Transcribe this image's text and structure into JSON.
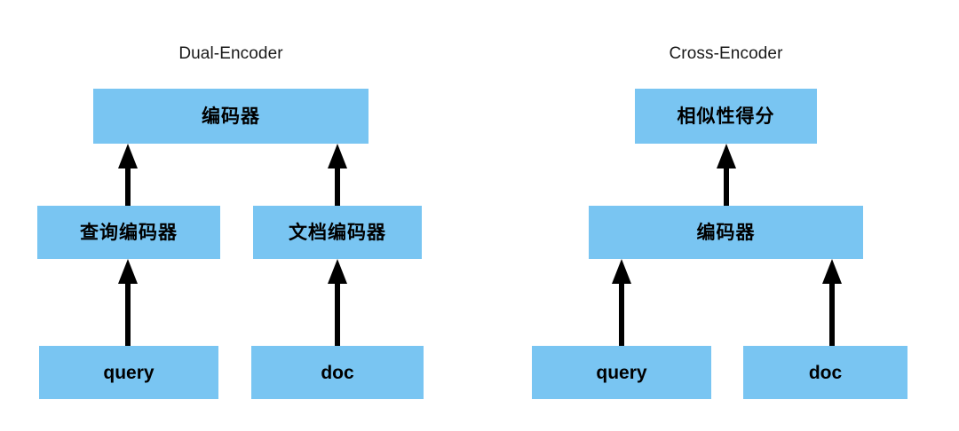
{
  "figure": {
    "background_color": "#ffffff",
    "node_fill_color": "#79c5f2",
    "arrow_color": "#000000",
    "text_color": "#000000"
  },
  "panels": [
    {
      "id": "dual-encoder",
      "title": "Dual-Encoder",
      "nodes": [
        {
          "id": "de-encoder",
          "label": "编码器",
          "script": "cjk"
        },
        {
          "id": "de-query-encoder",
          "label": "查询编码器",
          "script": "cjk"
        },
        {
          "id": "de-doc-encoder",
          "label": "文档编码器",
          "script": "cjk"
        },
        {
          "id": "de-query",
          "label": "query",
          "script": "latin"
        },
        {
          "id": "de-doc",
          "label": "doc",
          "script": "latin"
        }
      ],
      "edges": [
        {
          "from": "de-query",
          "to": "de-query-encoder"
        },
        {
          "from": "de-doc",
          "to": "de-doc-encoder"
        },
        {
          "from": "de-query-encoder",
          "to": "de-encoder"
        },
        {
          "from": "de-doc-encoder",
          "to": "de-encoder"
        }
      ]
    },
    {
      "id": "cross-encoder",
      "title": "Cross-Encoder",
      "nodes": [
        {
          "id": "ce-score",
          "label": "相似性得分",
          "script": "cjk"
        },
        {
          "id": "ce-encoder",
          "label": "编码器",
          "script": "cjk"
        },
        {
          "id": "ce-query",
          "label": "query",
          "script": "latin"
        },
        {
          "id": "ce-doc",
          "label": "doc",
          "script": "latin"
        }
      ],
      "edges": [
        {
          "from": "ce-query",
          "to": "ce-encoder"
        },
        {
          "from": "ce-doc",
          "to": "ce-encoder"
        },
        {
          "from": "ce-encoder",
          "to": "ce-score"
        }
      ]
    }
  ]
}
